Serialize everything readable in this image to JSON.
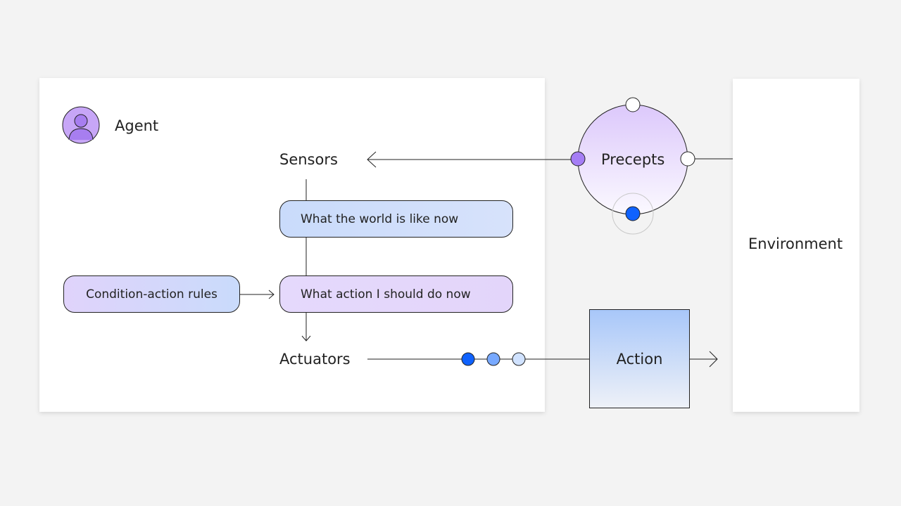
{
  "agent": {
    "title": "Agent",
    "sensors_label": "Sensors",
    "actuators_label": "Actuators",
    "world_state_label": "What the world is like now",
    "action_decision_label": "What action I should do now",
    "rules_label": "Condition-action rules"
  },
  "percepts": {
    "label": "Precepts"
  },
  "environment": {
    "label": "Environment"
  },
  "action": {
    "label": "Action"
  },
  "colors": {
    "background": "#f3f3f3",
    "panel": "#ffffff",
    "accent_blue": "#0f62fe",
    "mid_blue": "#78a9ff",
    "light_blue": "#d0e2ff",
    "purple": "#a57ef5",
    "light_purple": "#e8daff",
    "stroke": "#222222"
  }
}
